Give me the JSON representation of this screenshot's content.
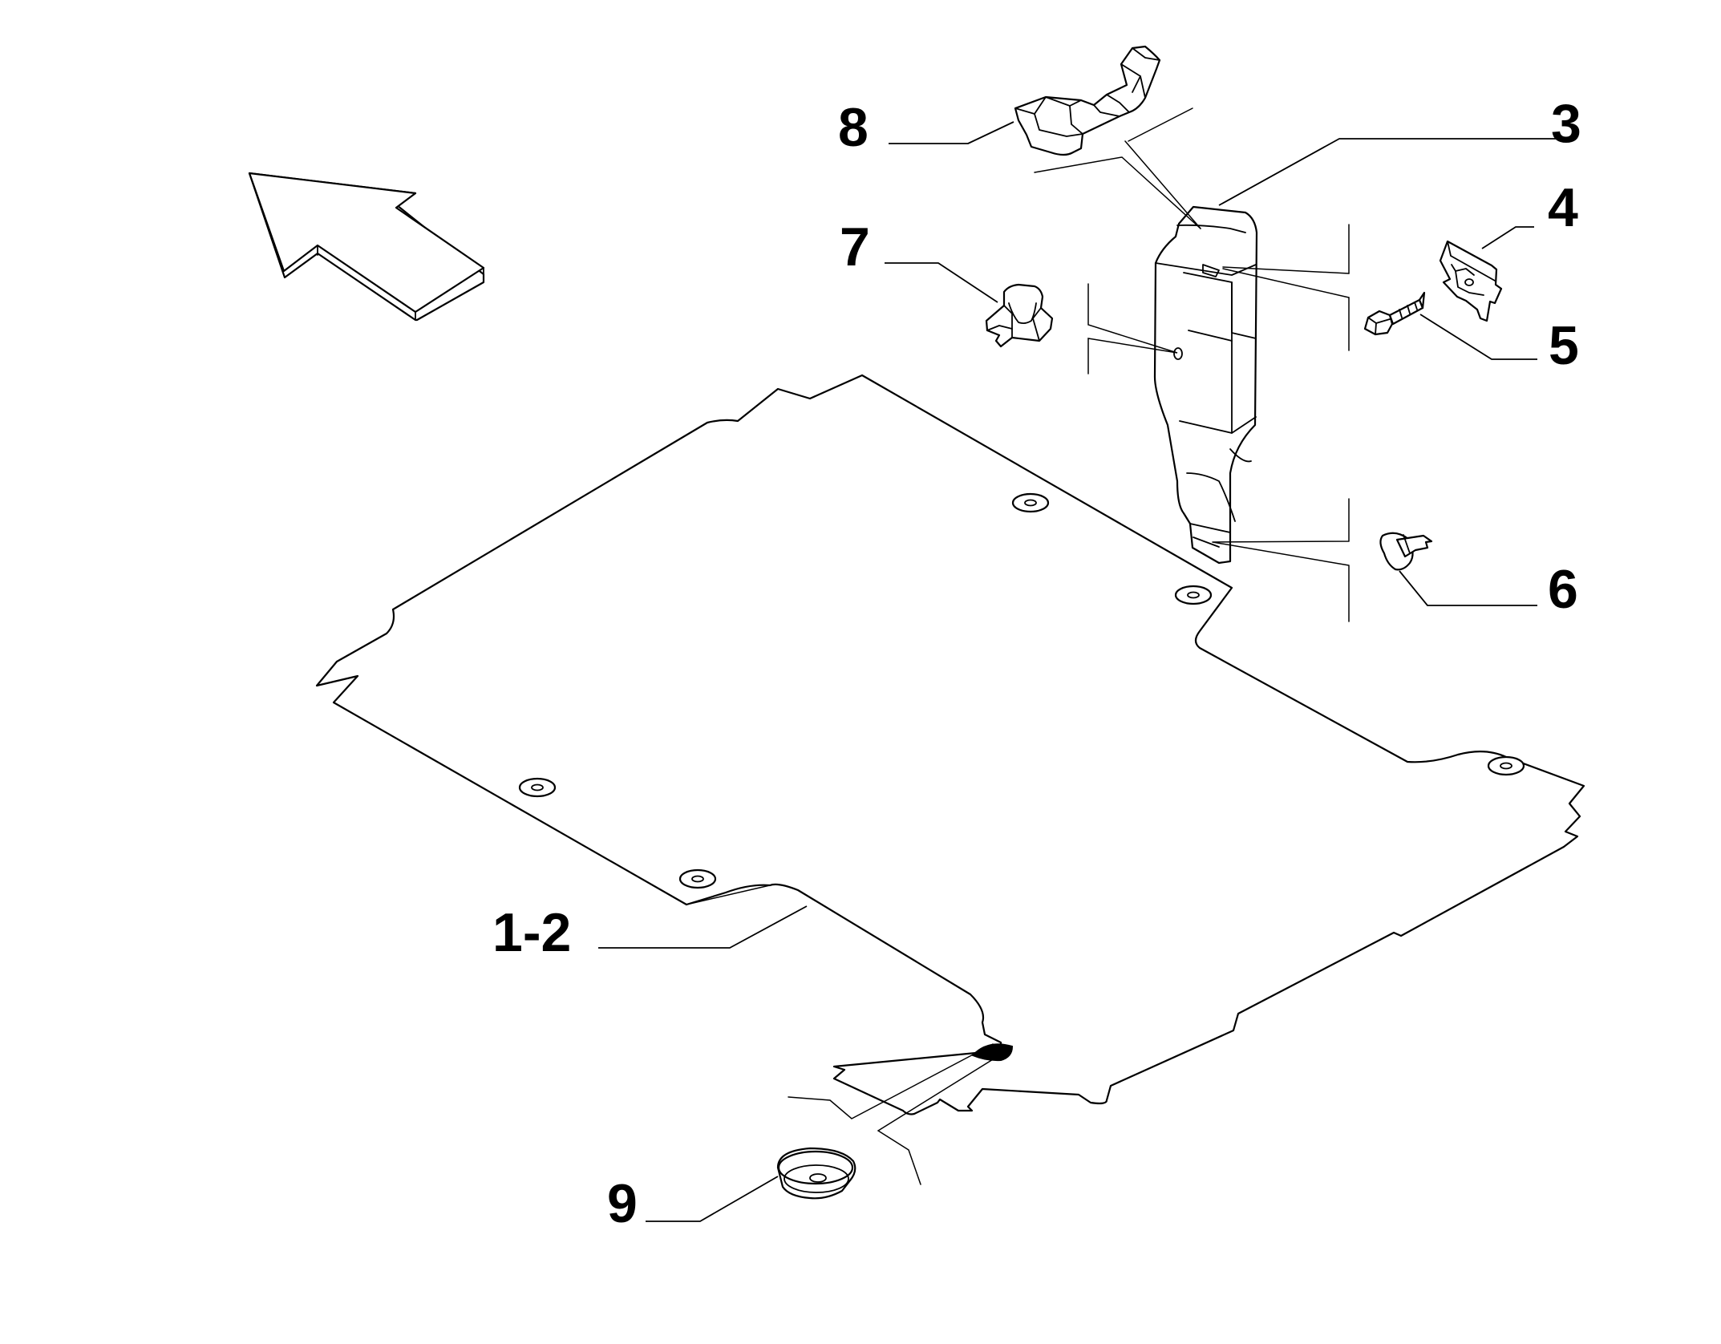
{
  "callouts": {
    "c1_2": "1-2",
    "c3": "3",
    "c4": "4",
    "c5": "5",
    "c6": "6",
    "c7": "7",
    "c8": "8",
    "c9": "9"
  },
  "colors": {
    "line": "#000000",
    "background": "#ffffff"
  },
  "icons": [
    "direction-arrow-icon"
  ]
}
